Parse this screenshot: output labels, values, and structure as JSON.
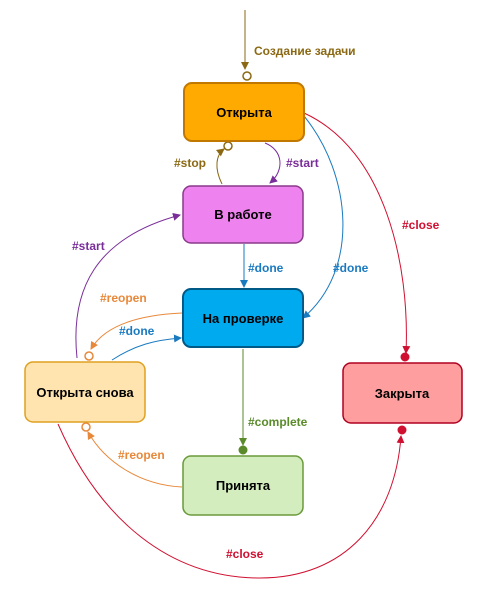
{
  "nodes": {
    "open": {
      "label": "Открыта",
      "fill": "#FFAA00",
      "stroke": "#C07800"
    },
    "in_work": {
      "label": "В работе",
      "fill": "#EE82EE",
      "stroke": "#8A3A8A"
    },
    "review": {
      "label": "На проверке",
      "fill": "#00AAEE",
      "stroke": "#005A88"
    },
    "reopened": {
      "label": "Открыта снова",
      "fill": "#FFE4B0",
      "stroke": "#E0A020"
    },
    "closed": {
      "label": "Закрыта",
      "fill": "#FF9E9E",
      "stroke": "#B00020"
    },
    "accepted": {
      "label": "Принята",
      "fill": "#D4EDBE",
      "stroke": "#6A9A3A"
    }
  },
  "edges": {
    "create": {
      "label": "Создание задачи",
      "color": "#8B6914"
    },
    "stop": {
      "label": "#stop",
      "color": "#8B6914"
    },
    "start_from_open": {
      "label": "#start",
      "color": "#7A2E9A"
    },
    "done_from_work": {
      "label": "#done",
      "color": "#1A7AC0"
    },
    "done_from_open": {
      "label": "#done",
      "color": "#1A7AC0"
    },
    "close_from_open": {
      "label": "#close",
      "color": "#D01030"
    },
    "start_from_reopen": {
      "label": "#start",
      "color": "#7A2E9A"
    },
    "reopen_from_review": {
      "label": "#reopen",
      "color": "#E8883A"
    },
    "done_from_reopen": {
      "label": "#done",
      "color": "#1A7AC0"
    },
    "complete": {
      "label": "#complete",
      "color": "#5A8A2A"
    },
    "reopen_from_accepted": {
      "label": "#reopen",
      "color": "#E8883A"
    },
    "close_from_reopen": {
      "label": "#close",
      "color": "#D01030"
    }
  }
}
